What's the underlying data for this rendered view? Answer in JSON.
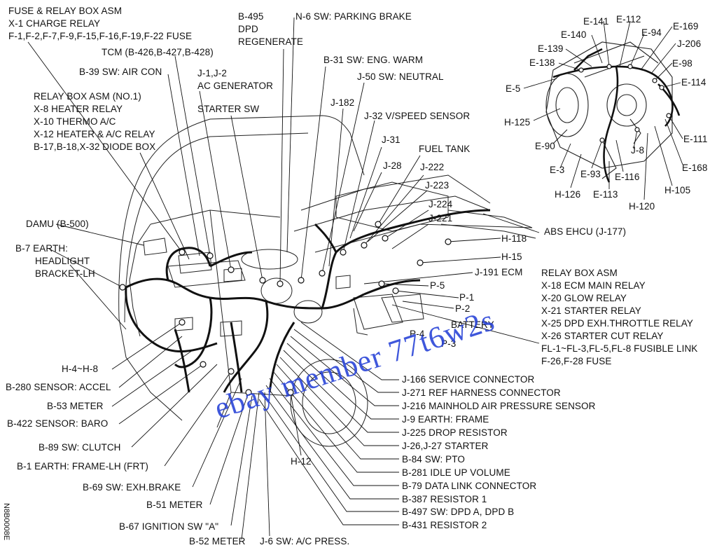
{
  "labels": {
    "fuse_relay_box": "FUSE & RELAY BOX ASM",
    "x1": "X-1 CHARGE RELAY",
    "fuses": "F-1,F-2,F-7,F-9,F-15,F-16,F-19,F-22 FUSE",
    "tcm": "TCM (B-426,B-427,B-428)",
    "b39": "B-39 SW: AIR CON",
    "relay_box_no1": "RELAY BOX ASM (NO.1)",
    "x8": "X-8 HEATER RELAY",
    "x10": "X-10 THERMO A/C",
    "x12": "X-12 HEATER & A/C RELAY",
    "diode": "B-17,B-18,X-32 DIODE BOX",
    "b495": "B-495",
    "dpd": "DPD",
    "regen": "REGENERATE",
    "n6": "N-6 SW: PARKING BRAKE",
    "j1j2": "J-1,J-2",
    "acgen": "AC GENERATOR",
    "starter_sw": "STARTER SW",
    "b31": "B-31 SW: ENG. WARM",
    "j50": "J-50 SW: NEUTRAL",
    "j182": "J-182",
    "j32": "J-32 V/SPEED SENSOR",
    "j31": "J-31",
    "fuel_tank": "FUEL TANK",
    "j28": "J-28",
    "j222": "J-222",
    "j223": "J-223",
    "j224": "J-224",
    "j221": "J-221",
    "abs": "ABS EHCU (J-177)",
    "h118": "H-118",
    "h15": "H-15",
    "j191": "J-191 ECM",
    "p5": "P-5",
    "p1": "P-1",
    "p2": "P-2",
    "battery": "BATTERY",
    "p4": "P-4",
    "p3": "P-3",
    "damu": "DAMU (B-500)",
    "b7": "B-7 EARTH:",
    "headlight": "HEADLIGHT",
    "bracket": "BRACKET-LH",
    "h4h8": "H-4~H-8",
    "b280": "B-280 SENSOR: ACCEL",
    "b53": "B-53 METER",
    "b422": "B-422 SENSOR: BARO",
    "b89": "B-89 SW: CLUTCH",
    "b1": "B-1 EARTH: FRAME-LH (FRT)",
    "b69": "B-69 SW: EXH.BRAKE",
    "b51": "B-51 METER",
    "b67": "B-67 IGNITION SW \"A\"",
    "b52": "B-52 METER",
    "j6": "J-6 SW: A/C PRESS.",
    "h12": "H-12",
    "relay_box_asm": "RELAY BOX ASM",
    "x18": "X-18 ECM MAIN RELAY",
    "x20": "X-20 GLOW RELAY",
    "x21": "X-21 STARTER RELAY",
    "x25": "X-25 DPD EXH.THROTTLE RELAY",
    "x26": "X-26 STARTER CUT RELAY",
    "fl": "FL-1~FL-3,FL-5,FL-8 FUSIBLE LINK",
    "f26": "F-26,F-28 FUSE",
    "j166": "J-166 SERVICE CONNECTOR",
    "j271": "J-271 REF HARNESS CONNECTOR",
    "j216": "J-216 MAINHOLD AIR PRESSURE SENSOR",
    "j9": "J-9 EARTH: FRAME",
    "j225": "J-225 DROP RESISTOR",
    "j26": "J-26,J-27 STARTER",
    "b84": "B-84 SW: PTO",
    "b281": "B-281 IDLE UP VOLUME",
    "b79": "B-79 DATA LINK CONNECTOR",
    "b387": "B-387 RESISTOR 1",
    "b497": "B-497 SW: DPD A, DPD B",
    "b431": "B-431 RESISTOR 2",
    "e141": "E-141",
    "e112": "E-112",
    "e140": "E-140",
    "e94": "E-94",
    "e169": "E-169",
    "e139": "E-139",
    "j206": "J-206",
    "e138": "E-138",
    "e98": "E-98",
    "e5": "E-5",
    "e114": "E-114",
    "h125": "H-125",
    "e111": "E-111",
    "e90": "E-90",
    "j8": "J-8",
    "e3": "E-3",
    "e93": "E-93",
    "e116": "E-116",
    "e168": "E-168",
    "h126": "H-126",
    "e113": "E-113",
    "h105": "H-105",
    "h120": "H-120"
  },
  "figure_code": "N8B0008E",
  "watermark": "ebay member 77t6w2s",
  "colors": {
    "ink": "#111111",
    "watermark": "#2b45d8",
    "background": "#ffffff"
  }
}
